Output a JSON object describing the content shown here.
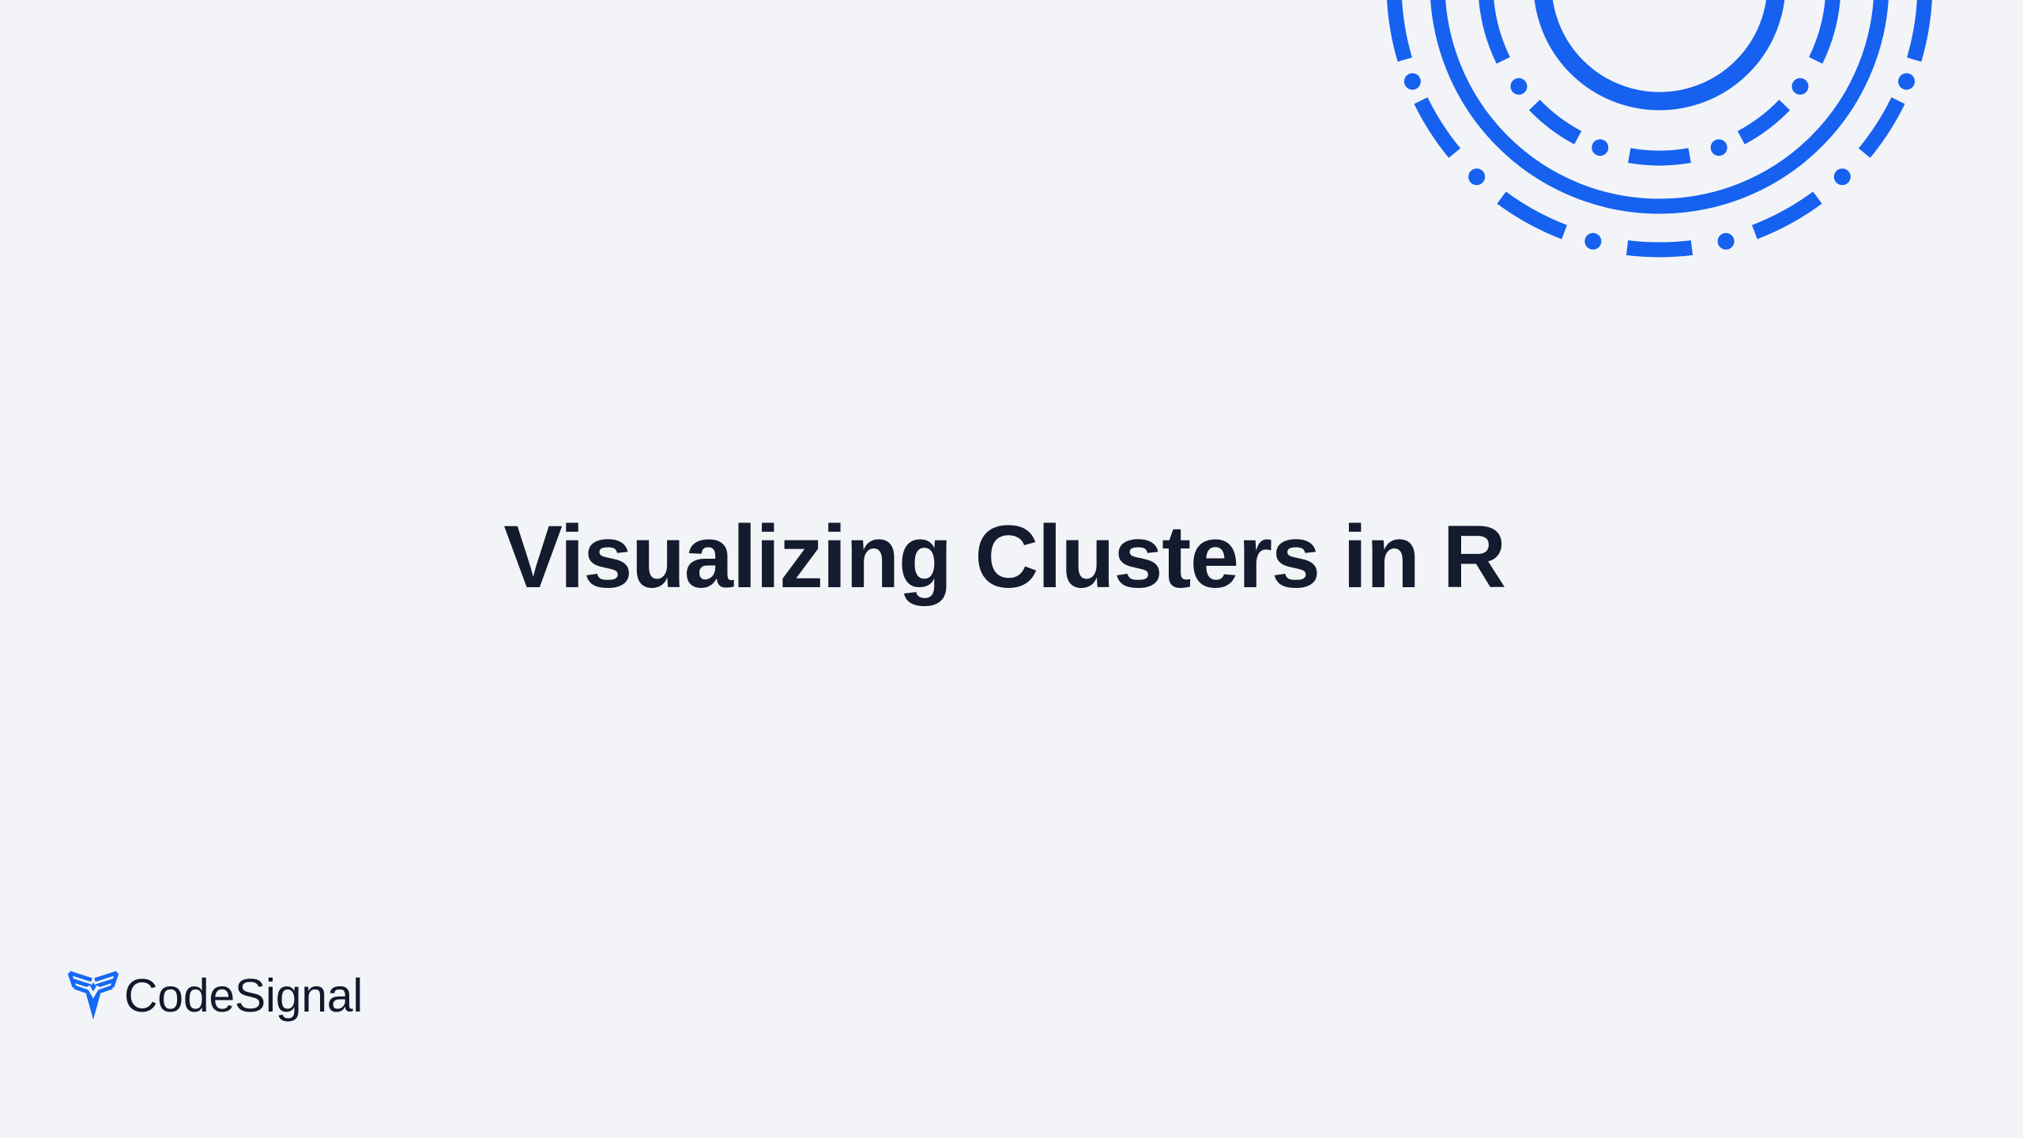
{
  "page": {
    "background": "#f2f4f7"
  },
  "title": {
    "text": "Visualizing Clusters in R",
    "color": "#141b2e"
  },
  "logo": {
    "text": "CodeSignal",
    "mark_color": "#1668f6",
    "text_color": "#14182b"
  },
  "decoration": {
    "description": "concentric-dashed-circles",
    "color": "#1661f0"
  }
}
